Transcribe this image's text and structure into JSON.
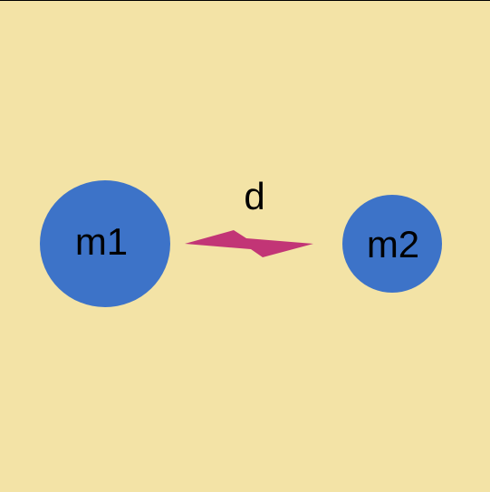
{
  "diagram": {
    "background_color": "#f3e3a6",
    "mass_color": "#3d73c8",
    "arrow_color": "#c23576",
    "masses": [
      {
        "label": "m1"
      },
      {
        "label": "m2"
      }
    ],
    "distance": {
      "label": "d"
    }
  }
}
